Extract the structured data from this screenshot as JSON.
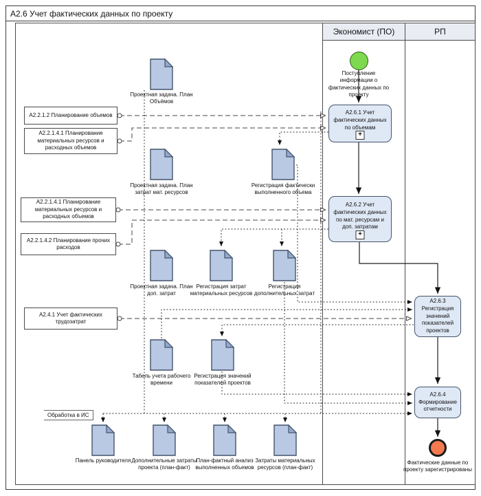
{
  "title": "А2.6 Учет фактических данных по проекту",
  "lanes": {
    "economist": "Экономист (ПО)",
    "rp": "РП"
  },
  "events": {
    "start": {
      "label": "Поступление информации о фактических данных по проекту"
    },
    "end": {
      "label": "Фактические данные по проекту зарегистрированы"
    }
  },
  "tasks": [
    {
      "id": "А2.6.1",
      "label": "А2.6.1 Учет фактических данных по объемам",
      "subprocess": true
    },
    {
      "id": "А2.6.2",
      "label": "А2.6.2 Учет фактических данных по мат. ресурсам и доп. затратам",
      "subprocess": true
    },
    {
      "id": "А2.6.3",
      "label": "А2.6.3 Регистрация значений показателей проектов",
      "subprocess": false
    },
    {
      "id": "А2.6.4",
      "label": "А2.6.4 Формирование отчетности",
      "subprocess": false
    }
  ],
  "ref_boxes": [
    {
      "label": "А2.2.1.2 Планирование объемов"
    },
    {
      "label": "А2.2.1.4.1 Планирование материальных ресурсов и расходных объемов"
    },
    {
      "label": "А2.2.1.4.1 Планирование материальных ресурсов и расходных объемов"
    },
    {
      "label": "А2.2.1.4.2 Планирование прочих расходов"
    },
    {
      "label": "А2.4.1 Учет фактических трудозатрат"
    }
  ],
  "documents": [
    {
      "label": "Проектная задача. План Объёмов"
    },
    {
      "label": "Проектная задача. План затрат мат. ресурсов"
    },
    {
      "label": "Регистрация фактически выполненного объема"
    },
    {
      "label": "Проектная задача. План доп. затрат"
    },
    {
      "label": "Регистрация затрат материальных ресурсов"
    },
    {
      "label": "Регистрация дополнительных затрат"
    },
    {
      "label": "Табель учета рабочего времени"
    },
    {
      "label": "Регистрация значений показателей проектов"
    },
    {
      "label": "Панель руководителя"
    },
    {
      "label": "Дополнительные затраты проекта (план-факт)"
    },
    {
      "label": "План-фактный анализ выполненных объемов"
    },
    {
      "label": "Затраты материальных ресурсов (план-факт)"
    }
  ],
  "annotations": {
    "processing": "Обработка в ИС"
  },
  "markers": {
    "subprocess_plus": "+"
  },
  "colors": {
    "document_fill": "#b9c9e4",
    "task_fill": "#dfe8f5",
    "start_event_fill": "#7ed94f",
    "end_event_fill": "#f4794f",
    "shape_border": "#44546a",
    "lane_header_fill": "#e9edf3"
  }
}
